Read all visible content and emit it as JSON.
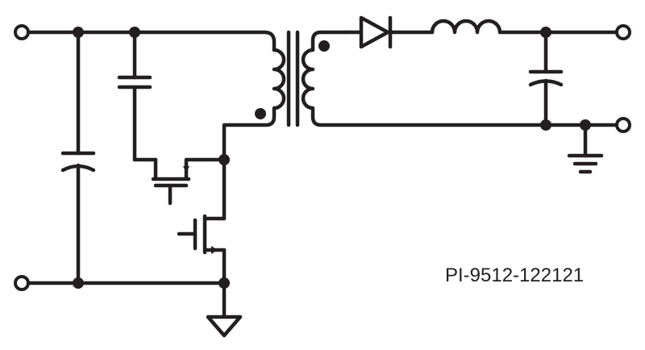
{
  "diagram": {
    "type": "flyback-converter-schematic",
    "part_number_label": "PI-9512-122121",
    "colors": {
      "ink": "#231f20",
      "background": "#ffffff"
    },
    "components": {
      "input_terminals": 2,
      "output_terminals": 2,
      "capacitors": 3,
      "transformer": "coupled-inductor-with-dots",
      "diode": 1,
      "inductor": 1,
      "mosfets": 2,
      "grounds": 2
    }
  }
}
